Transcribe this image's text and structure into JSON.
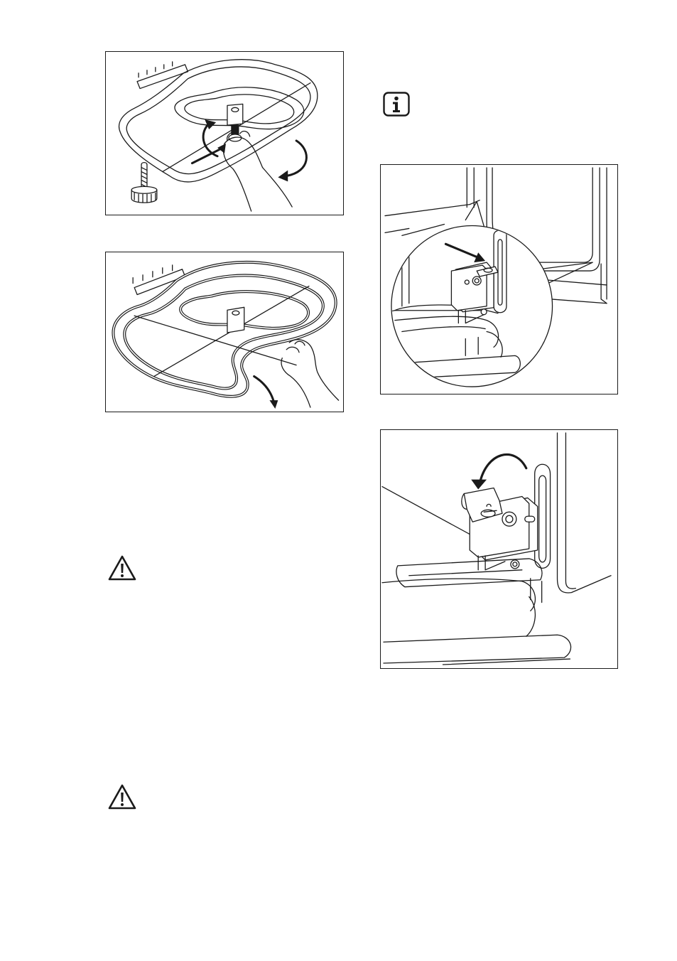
{
  "page": {
    "background": "#ffffff",
    "line_color": "#1a1a1a"
  },
  "figures": [
    {
      "name": "grill-heater-screw-removal-illustration"
    },
    {
      "name": "grill-heater-fold-down-illustration"
    },
    {
      "name": "door-hinge-lever-release-illustration"
    },
    {
      "name": "door-hinge-lever-rotate-illustration"
    }
  ],
  "icons": [
    {
      "name": "info-icon",
      "glyph": "i"
    },
    {
      "name": "warning-icon",
      "glyph": "!"
    },
    {
      "name": "warning-icon",
      "glyph": "!"
    }
  ]
}
